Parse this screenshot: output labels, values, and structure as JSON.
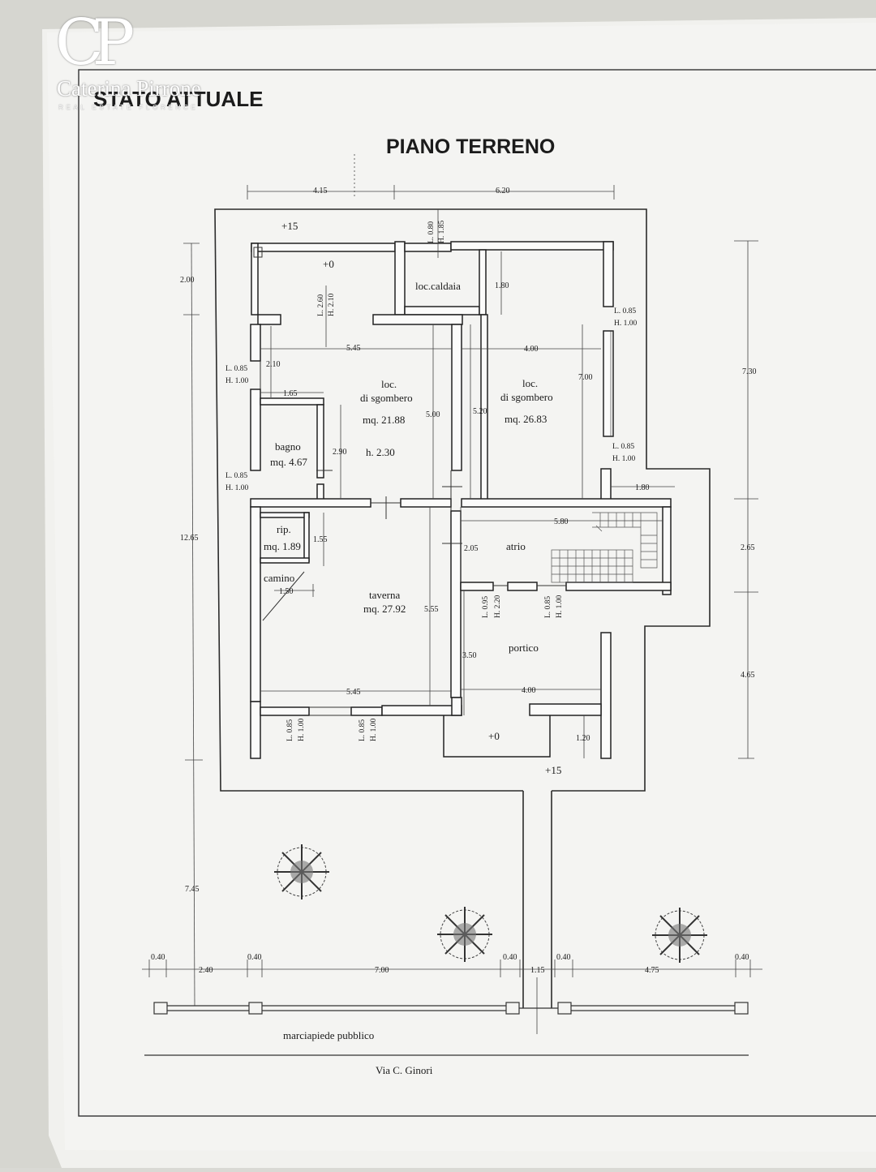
{
  "heading": {
    "status": "STATO ATTUALE",
    "floor": "PIANO TERRENO"
  },
  "logo": {
    "monogram": "CP",
    "name": "Caterina Pirrone",
    "tagline": "REAL ESTATE FLORENCE"
  },
  "rooms": {
    "caldaia": "loc.caldaia",
    "sgombero_left_1": "loc.",
    "sgombero_left_2": "di sgombero",
    "sgombero_left_area": "mq. 21.88",
    "sgombero_left_height": "h. 2.30",
    "sgombero_right_1": "loc.",
    "sgombero_right_2": "di sgombero",
    "sgombero_right_area": "mq. 26.83",
    "bagno": "bagno",
    "bagno_area": "mq. 4.67",
    "rip": "rip.",
    "rip_area": "mq. 1.89",
    "camino": "camino",
    "taverna": "taverna",
    "taverna_area": "mq. 27.92",
    "atrio": "atrio",
    "portico": "portico"
  },
  "levels": {
    "top_left": "+15",
    "court": "+0",
    "porch": "+0",
    "bottom": "+15"
  },
  "dimensions": {
    "top_a": "4.15",
    "top_b": "6.20",
    "left_a": "2.00",
    "left_b": "12.65",
    "left_c": "7.45",
    "right_a": "7.30",
    "right_b": "2.65",
    "right_c": "4.65",
    "int_545_top": "5.45",
    "int_400_top": "4.00",
    "int_210": "2.10",
    "int_165": "1.65",
    "int_290": "2.90",
    "int_500": "5.00",
    "int_520": "5.20",
    "int_700": "7.00",
    "int_180_top": "1.80",
    "int_180_side": "1.80",
    "int_580": "5.80",
    "int_205": "2.05",
    "int_155": "1.55",
    "int_150": "1.50",
    "int_555": "5.55",
    "int_350": "3.50",
    "int_545_bot": "5.45",
    "int_400_bot": "4.00",
    "int_120": "1.20",
    "front_040_a": "0.40",
    "front_240": "2.40",
    "front_040_b": "0.40",
    "front_700": "7.00",
    "front_040_c": "0.40",
    "front_115": "1.15",
    "front_040_d": "0.40",
    "front_475": "4.75",
    "front_040_e": "0.40"
  },
  "openings": {
    "top_L": "L. 0.80",
    "top_H": "H. 1.85",
    "court_L": "L. 2.60",
    "court_H": "H. 2.10",
    "w_left1_L": "L. 0.85",
    "w_left1_H": "H. 1.00",
    "w_left2_L": "L. 0.85",
    "w_left2_H": "H. 1.00",
    "w_right1_L": "L. 0.85",
    "w_right1_H": "H. 1.00",
    "w_right2_L": "L. 0.85",
    "w_right2_H": "H. 1.00",
    "d_portico_L": "L. 0.95",
    "d_portico_H": "H. 2.20",
    "w_portico_L": "L. 0.85",
    "w_portico_H": "H. 1.00",
    "w_bot1_L": "L. 0.85",
    "w_bot1_H": "H. 1.00",
    "w_bot2_L": "L. 0.85",
    "w_bot2_H": "H. 1.00"
  },
  "street": {
    "sidewalk": "marciapiede pubblico",
    "name": "Via C. Ginori"
  }
}
